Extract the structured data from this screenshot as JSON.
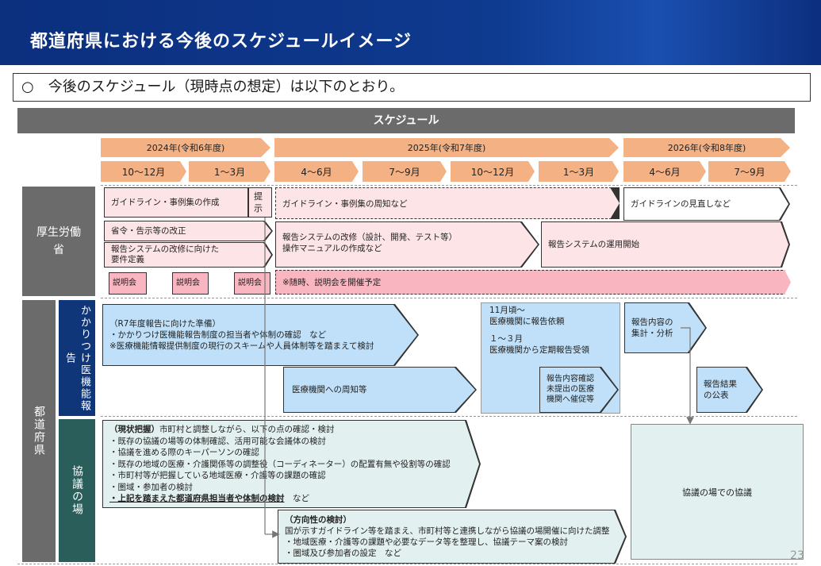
{
  "header": {
    "title": "都道府県における今後のスケジュールイメージ"
  },
  "intro": {
    "text": "○　今後のスケジュール（現時点の想定）は以下のとおり。"
  },
  "schedule": {
    "label": "スケジュール"
  },
  "years": [
    "2024年(令和6年度)",
    "2025年(令和7年度)",
    "2026年(令和8年度)"
  ],
  "quarters": [
    "10～12月",
    "1～3月",
    "4～6月",
    "7～9月",
    "10～12月",
    "1～3月",
    "4～6月",
    "7～9月"
  ],
  "rows": {
    "mhlw": "厚生労働省",
    "pref": "都道府県",
    "kakaritsuke": "かかりつけ医機能報告",
    "kyogi": "協議の場"
  },
  "mhlw": {
    "guideline_create": "ガイドライン・事例集の作成",
    "teiji": "提示",
    "guideline_notice": "ガイドライン・事例集の周知など",
    "guideline_review": "ガイドラインの見直しなど",
    "ordinance": "省令・告示等の改正",
    "req_line1": "報告システムの改修に向けた",
    "req_line2": "要件定義",
    "sys_line1": "報告システムの改修（設計、開発、テスト等）",
    "sys_line2": "操作マニュアルの作成など",
    "sys_start": "報告システムの運用開始",
    "briefing1": "説明会",
    "briefing2": "説明会",
    "briefing3": "説明会",
    "briefing_note": "※随時、説明会を開催予定"
  },
  "kakaritsuke": {
    "prep1": "（R7年度報告に向けた準備）",
    "prep2": "・かかりつけ医機能報告制度の担当者や体制の確認　など",
    "prep3": "※医療機能情報提供制度の現行のスキームや人員体制等を踏まえて検討",
    "notify": "医療機関への周知等",
    "req1": "11月頃～",
    "req2": "医療機関に報告依頼",
    "req3": "１～３月",
    "req4": "医療機関から定期報告受領",
    "confirm1": "報告内容確認",
    "confirm2": "未提出の医療",
    "confirm3": "機関へ催促等",
    "agg1": "報告内容の",
    "agg2": "集計・分析",
    "pub1": "報告結果",
    "pub2": "の公表"
  },
  "kyogi": {
    "status_bold": "（現状把握）",
    "status_rest": "市町村と調整しながら、以下の点の確認・検討",
    "items": [
      "・既存の協議の場等の体制確認、活用可能な会議体の検討",
      "・協議を進める際のキーパーソンの確認",
      "・既存の地域の医療・介護関係等の調整役（コーディネーター）の配置有無や役割等の確認",
      "・市町村等が把握している地域医療・介護等の課題の確認",
      "・圏域・参加者の検討"
    ],
    "last_bold": "・上記を踏まえた都道府県担当者や体制の検討",
    "last_rest": "など",
    "dir_title": "（方向性の検討）",
    "dir1": "国が示すガイドライン等を踏まえ、市町村等と連携しながら協議の場開催に向けた調整",
    "dir2": "・地域医療・介護等の課題や必要なデータ等を整理し、協議テーマ案の検討",
    "dir3": "・圏域及び参加者の設定　など",
    "meeting": "協議の場での協議"
  },
  "page_number": "23"
}
